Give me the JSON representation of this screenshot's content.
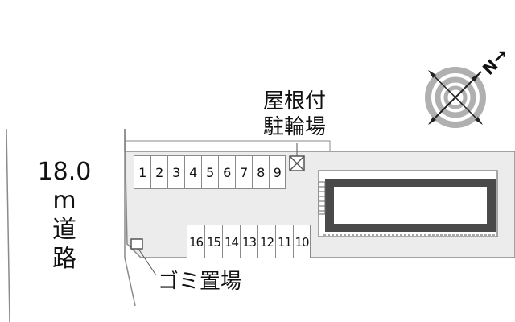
{
  "road": {
    "width_label": "18.0",
    "unit": "m",
    "label_1": "道",
    "label_2": "路"
  },
  "bike_parking": {
    "line1": "屋根付",
    "line2": "駐輪場"
  },
  "trash_area": {
    "label": "ゴミ置場"
  },
  "compass": {
    "north_label": "N",
    "north_arrow_symbol": "↗"
  },
  "parking_slots": {
    "row_top": [
      "1",
      "2",
      "3",
      "4",
      "5",
      "6",
      "7",
      "8",
      "9"
    ],
    "row_bottom": [
      "16",
      "15",
      "14",
      "13",
      "12",
      "11",
      "10"
    ]
  },
  "colors": {
    "lot_fill": "#ececec",
    "building_dark": "#4a4a4a",
    "line_gray": "#8a8a8a"
  },
  "icons": [
    "compass-icon",
    "bike-shelter-icon",
    "trash-bin-icon"
  ]
}
